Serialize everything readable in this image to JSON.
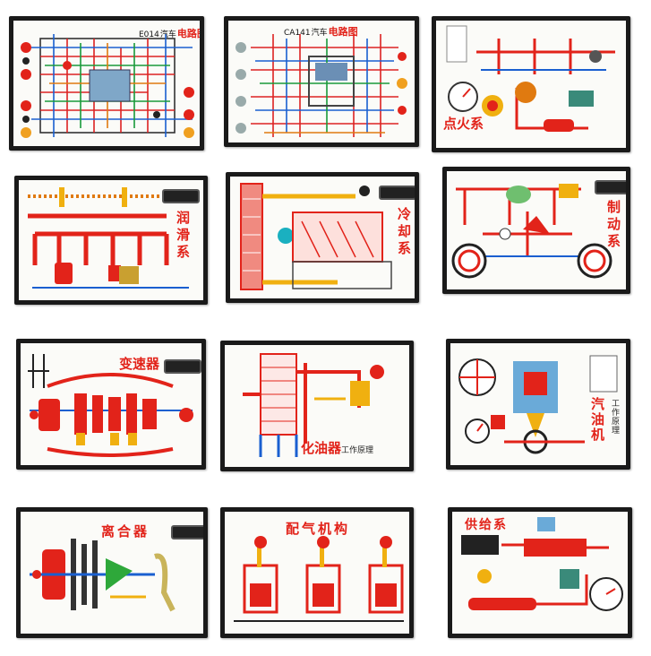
{
  "boards": [
    {
      "id": "e014-circuit",
      "prefix": "E014",
      "prefix_small": "汽车",
      "title": "电路图"
    },
    {
      "id": "ca141-circuit",
      "prefix": "CA141",
      "prefix_small": "汽车",
      "title": "电路图"
    },
    {
      "id": "ignition",
      "title": "点火系"
    },
    {
      "id": "lubrication",
      "title": "润滑系"
    },
    {
      "id": "cooling",
      "title": "冷却系"
    },
    {
      "id": "braking",
      "title": "制动系"
    },
    {
      "id": "transmission",
      "title": "变速器"
    },
    {
      "id": "carburetor",
      "title": "化油器",
      "subtitle": "工作原理"
    },
    {
      "id": "gasoline-engine",
      "title": "汽油机",
      "subtitle": "工作原理"
    },
    {
      "id": "clutch",
      "title": "离合器"
    },
    {
      "id": "valve-train",
      "title": "配气机构"
    },
    {
      "id": "fuel-supply",
      "title": "供给系"
    }
  ],
  "colors": {
    "title_red": "#e2231a",
    "frame": "#1a1a1a",
    "panel": "#fbfbf8"
  }
}
